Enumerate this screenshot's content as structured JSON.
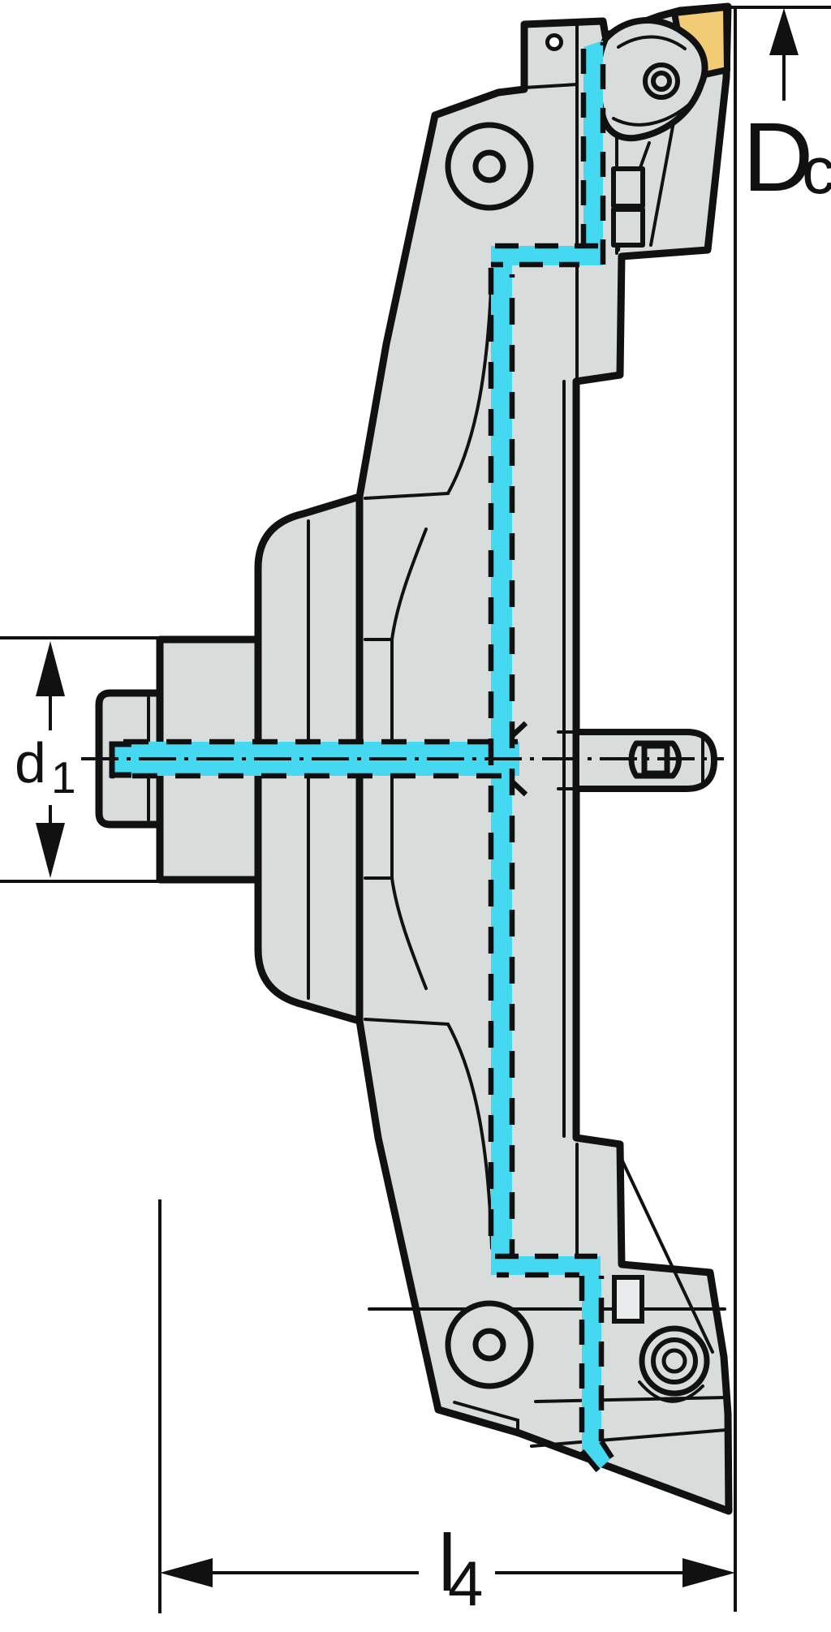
{
  "figure": {
    "type": "technical-drawing",
    "description": "Side cross-section view of an indexable facing head tool with internal coolant channels, cutting inserts top and bottom, shank on the left and dimension callouts",
    "dimension_labels": {
      "dc": {
        "base": "D",
        "sub": "c"
      },
      "d1": {
        "base": "d",
        "sub": "1"
      },
      "l4": {
        "base": "l",
        "sub": "4"
      }
    },
    "colors": {
      "background": "#ffffff",
      "body_fill": "#d8dddc",
      "outline": "#111111",
      "coolant_channel": "#45d8f1",
      "insert_gold": "#f2cc74"
    },
    "parts": [
      "shank-tip",
      "shank",
      "flange",
      "main-body",
      "cutting-insert",
      "insert-clamp",
      "clamp-screw",
      "coolant-channel",
      "drive-pin",
      "centerline",
      "adjustment-screw"
    ]
  }
}
